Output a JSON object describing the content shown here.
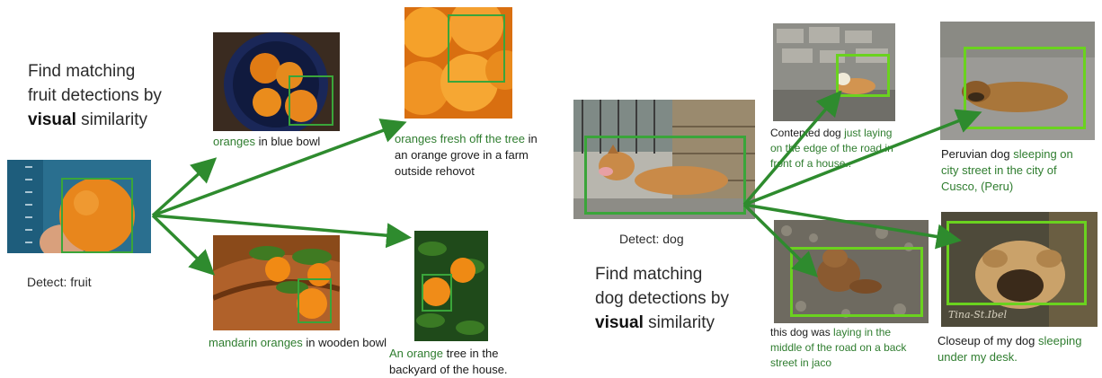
{
  "fruit": {
    "headline_line1": "Find matching",
    "headline_line2": "fruit detections by",
    "headline_bold": "visual",
    "headline_end": "similarity",
    "query_label": "Detect: fruit",
    "results": [
      {
        "highlight": "oranges",
        "rest": "in blue bowl"
      },
      {
        "highlight": "oranges fresh off the tree",
        "rest": "in an orange grove in a farm outside rehovot"
      },
      {
        "highlight": "mandarin oranges",
        "rest": "in wooden bowl"
      },
      {
        "highlight": "An orange",
        "rest": "tree in the backyard of the house."
      }
    ]
  },
  "dog": {
    "headline_line1": "Find matching",
    "headline_line2": "dog detections by",
    "headline_bold": "visual",
    "headline_end": "similarity",
    "query_label": "Detect: dog",
    "results": [
      {
        "pre": "Contented dog",
        "highlight": "just laying on the edge of the road in front of a house.."
      },
      {
        "pre": "Peruvian dog",
        "highlight": "sleeping on city street in the city of Cusco, (Peru)"
      },
      {
        "pre": "this dog was",
        "highlight": "laying in the middle of the road on a back street in jaco"
      },
      {
        "pre": "Closeup of my dog",
        "highlight": "sleeping under my desk."
      }
    ],
    "watermark": "Tina-St.Ibel"
  },
  "colors": {
    "arrow": "#2e8b2e",
    "box_dark": "#3aa53a",
    "box_bright": "#6ad21f",
    "highlight_text": "#2f7d2f"
  }
}
